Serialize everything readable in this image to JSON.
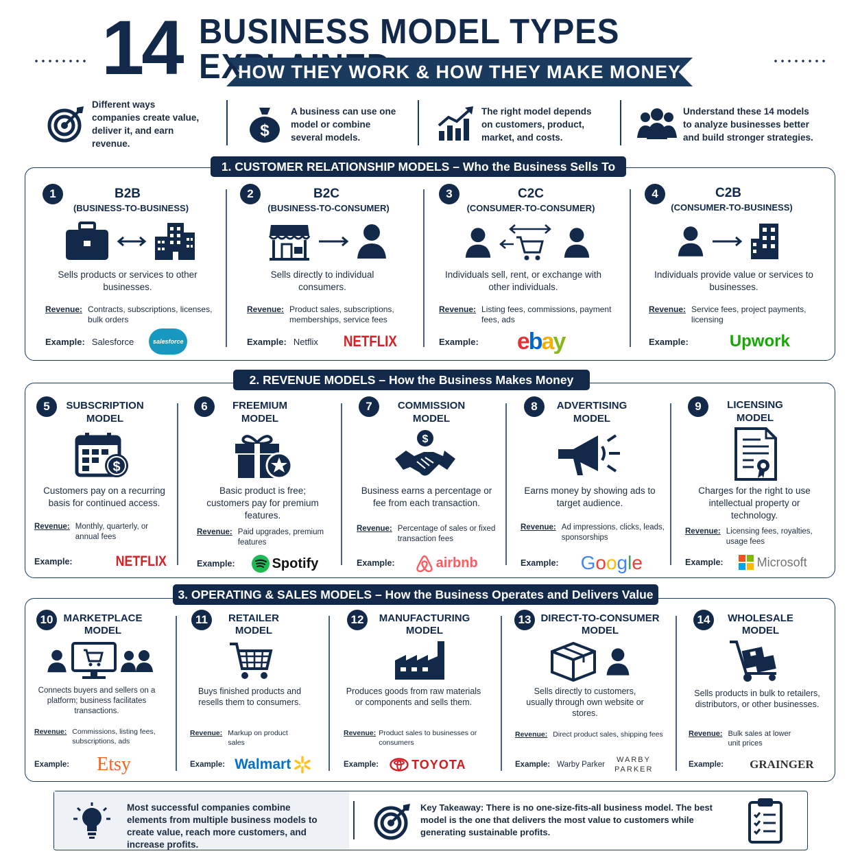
{
  "header": {
    "number": "14",
    "title": "BUSINESS MODEL TYPES EXPLAINED",
    "subtitle": "HOW THEY WORK & HOW THEY MAKE MONEY"
  },
  "intro": [
    {
      "icon": "target-icon",
      "text": "Different ways companies create value, deliver it, and earn revenue."
    },
    {
      "icon": "money-bag-icon",
      "text": "A business can use one model or combine several models."
    },
    {
      "icon": "growth-chart-icon",
      "text": "The right model depends on customers, product, market, and costs."
    },
    {
      "icon": "group-people-icon",
      "text": "Understand these 14 models to analyze businesses better and build stronger strategies."
    }
  ],
  "labels": {
    "revenue": "Revenue:",
    "example": "Example:"
  },
  "sections": [
    {
      "title": "1. CUSTOMER RELATIONSHIP MODELS",
      "subtitle": "– Who the Business Sells To"
    },
    {
      "title": "2. REVENUE MODELS",
      "subtitle": "– How the Business Makes Money"
    },
    {
      "title": "3. OPERATING & SALES MODELS",
      "subtitle": "– How the Business Operates and Delivers Value"
    }
  ],
  "models": [
    {
      "n": "1",
      "title": "B2B",
      "subtitle": "(BUSINESS-TO-BUSINESS)",
      "desc": "Sells products or services to other businesses.",
      "revenue": "Contracts, subscriptions, licenses, bulk orders",
      "example": "Salesforce",
      "logo": "salesforce"
    },
    {
      "n": "2",
      "title": "B2C",
      "subtitle": "(BUSINESS-TO-CONSUMER)",
      "desc": "Sells directly to individual consumers.",
      "revenue": "Product sales, subscriptions, memberships, service fees",
      "example": "Netflix",
      "logo": "NETFLIX"
    },
    {
      "n": "3",
      "title": "C2C",
      "subtitle": "(CONSUMER-TO-CONSUMER)",
      "desc": "Individuals sell, rent, or exchange with other individuals.",
      "revenue": "Listing fees, commissions, payment fees, ads",
      "example": "",
      "logo": "ebay"
    },
    {
      "n": "4",
      "title": "C2B",
      "subtitle": "(CONSUMER-TO-BUSINESS)",
      "desc": "Individuals provide value or services to businesses.",
      "revenue": "Service fees, project payments, licensing",
      "example": "",
      "logo": "Upwork"
    },
    {
      "n": "5",
      "title": "SUBSCRIPTION",
      "subtitle": "MODEL",
      "desc": "Customers pay on a recurring basis for continued access.",
      "revenue": "Monthly, quarterly, or annual fees",
      "example": "",
      "logo": "NETFLIX"
    },
    {
      "n": "6",
      "title": "FREEMIUM",
      "subtitle": "MODEL",
      "desc": "Basic product is free; customers pay for premium features.",
      "revenue": "Paid upgrades, premium features",
      "example": "",
      "logo": "Spotify"
    },
    {
      "n": "7",
      "title": "COMMISSION",
      "subtitle": "MODEL",
      "desc": "Business earns a percentage or fee from each transaction.",
      "revenue": "Percentage of sales or fixed transaction fees",
      "example": "",
      "logo": "airbnb"
    },
    {
      "n": "8",
      "title": "ADVERTISING",
      "subtitle": "MODEL",
      "desc": "Earns money by showing ads to target audience.",
      "revenue": "Ad impressions, clicks, leads, sponsorships",
      "example": "",
      "logo": "Google"
    },
    {
      "n": "9",
      "title": "LICENSING",
      "subtitle": "MODEL",
      "desc": "Charges for the right to use intellectual property or technology.",
      "revenue": "Licensing fees, royalties, usage fees",
      "example": "",
      "logo": "Microsoft"
    },
    {
      "n": "10",
      "title": "MARKETPLACE",
      "subtitle": "MODEL",
      "desc": "Connects buyers and sellers on a platform; business facilitates transactions.",
      "revenue": "Commissions, listing fees, subscriptions, ads",
      "example": "",
      "logo": "Etsy"
    },
    {
      "n": "11",
      "title": "RETAILER",
      "subtitle": "MODEL",
      "desc": "Buys finished products and resells them to consumers.",
      "revenue": "Markup on product sales",
      "example": "",
      "logo": "Walmart"
    },
    {
      "n": "12",
      "title": "MANUFACTURING",
      "subtitle": "MODEL",
      "desc": "Produces goods from raw materials or components and sells them.",
      "revenue": "Product sales to businesses or consumers",
      "example": "",
      "logo": "TOYOTA"
    },
    {
      "n": "13",
      "title": "DIRECT-TO-CONSUMER",
      "subtitle": "MODEL",
      "desc": "Sells directly to customers, usually through own website or stores.",
      "revenue": "Direct product sales, shipping fees",
      "example": "Warby Parker",
      "logo": "WARBY PARKER"
    },
    {
      "n": "14",
      "title": "WHOLESALE",
      "subtitle": "MODEL",
      "desc": "Sells products in bulk to retailers, distributors, or other businesses.",
      "revenue": "Bulk sales at lower unit prices",
      "example": "",
      "logo": "GRAINGER"
    }
  ],
  "footer": {
    "left": "Most successful companies combine elements from multiple business models to create value, reach more customers, and increase profits.",
    "right_lead": "Key Takeaway:",
    "right": " There is no one-size-fits-all business model. The best model is the one that delivers the most value to customers while generating sustainable profits."
  },
  "colors": {
    "navy": "#13294a",
    "accent": "#1a3a5e"
  }
}
